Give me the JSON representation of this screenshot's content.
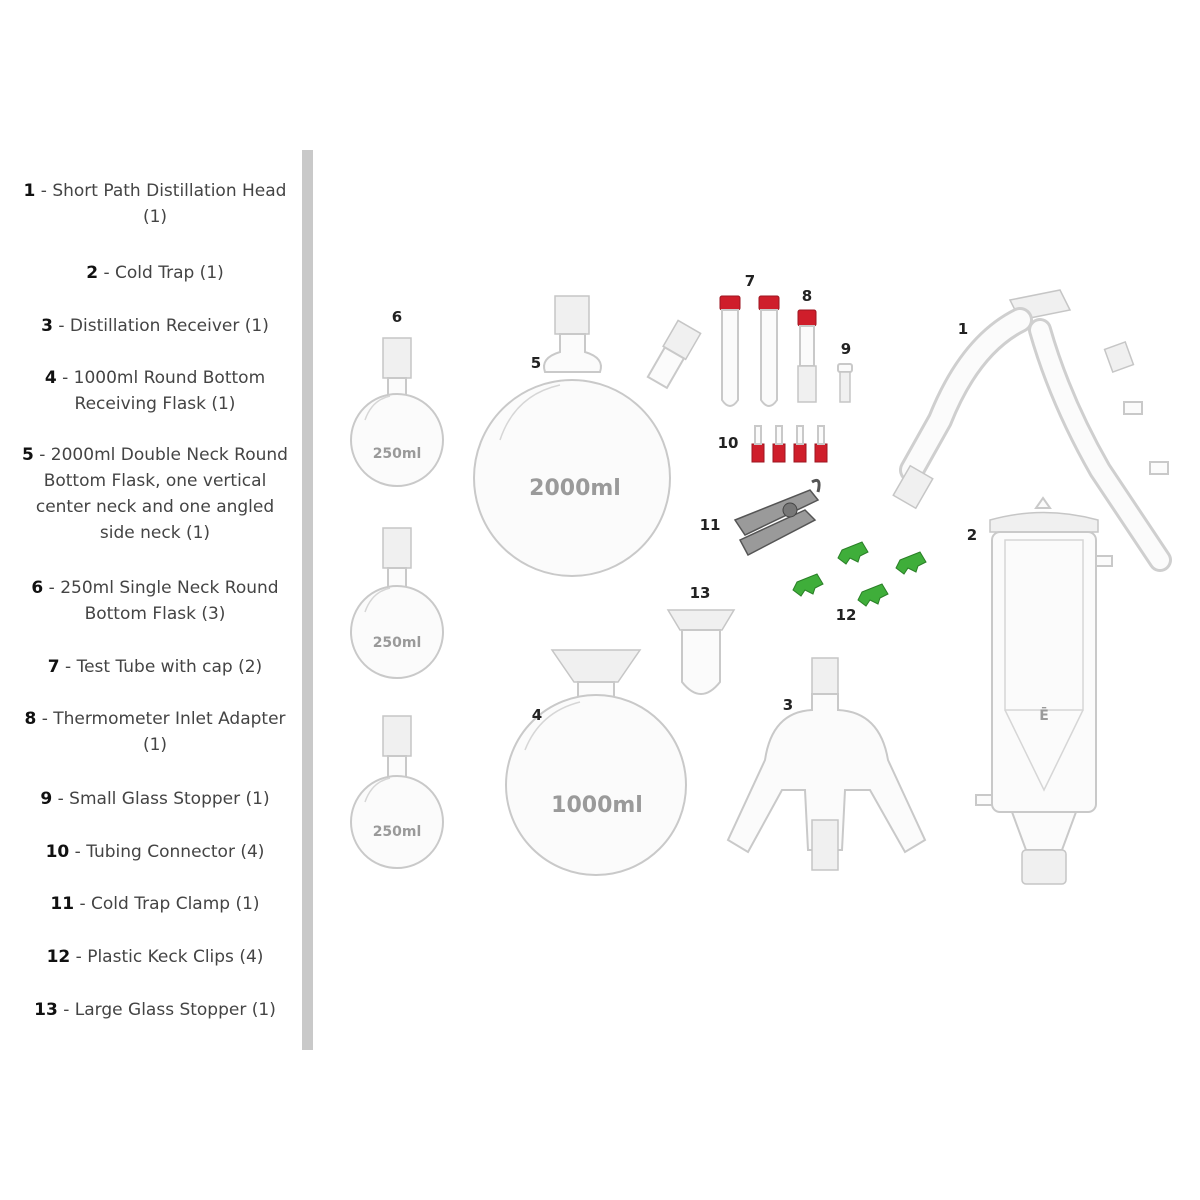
{
  "legend": [
    {
      "num": "1",
      "text": " - Short Path Distillation Head (1)"
    },
    {
      "num": "2",
      "text": " - Cold Trap (1)"
    },
    {
      "num": "3",
      "text": " - Distillation Receiver (1)"
    },
    {
      "num": "4",
      "text": " - 1000ml Round Bottom Receiving Flask (1)"
    },
    {
      "num": "5",
      "text": " - 2000ml Double Neck Round Bottom Flask, one vertical center neck and one angled side neck (1)"
    },
    {
      "num": "6",
      "text": " - 250ml Single Neck Round Bottom Flask (3)"
    },
    {
      "num": "7",
      "text": " - Test Tube with cap (2)"
    },
    {
      "num": "8",
      "text": " - Thermometer Inlet Adapter (1)"
    },
    {
      "num": "9",
      "text": " - Small Glass Stopper (1)"
    },
    {
      "num": "10",
      "text": " - Tubing Connector (4)"
    },
    {
      "num": "11",
      "text": " - Cold Trap Clamp (1)"
    },
    {
      "num": "12",
      "text": " - Plastic Keck Clips (4)"
    },
    {
      "num": "13",
      "text": " - Large Glass Stopper (1)"
    }
  ],
  "figure_labels": {
    "n1": "1",
    "n2": "2",
    "n3": "3",
    "n4": "4",
    "n5": "5",
    "n6": "6",
    "n7": "7",
    "n8": "8",
    "n9": "9",
    "n10": "10",
    "n11": "11",
    "n12": "12",
    "n13": "13"
  },
  "flask_volumes": {
    "v250a": "250ml",
    "v250b": "250ml",
    "v250c": "250ml",
    "v2000": "2000ml",
    "v1000": "1000ml"
  },
  "colors": {
    "cap_red": "#cf1e2b",
    "clip_green": "#3fae3a",
    "divider_gray": "#c9c9c9"
  }
}
